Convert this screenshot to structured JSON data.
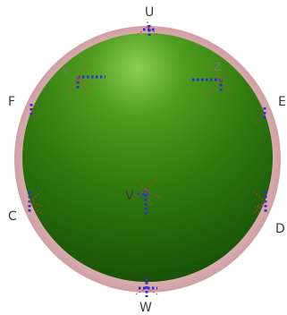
{
  "points": {
    "U": "U",
    "E": "E",
    "D": "D",
    "W": "W",
    "C": "C",
    "F": "F",
    "V": "V"
  },
  "faint_labels": {
    "y": "Y",
    "z": "Z"
  },
  "colors": {
    "sphere_outer": "#d8a9ab",
    "sphere_dark": "#1a4f06",
    "sphere_mid": "#2f7d0e",
    "sphere_light": "#82c94e",
    "axis_blue": "#2b2bd6",
    "axis_red": "#cf3c3c",
    "label": "#3a3a3a"
  }
}
